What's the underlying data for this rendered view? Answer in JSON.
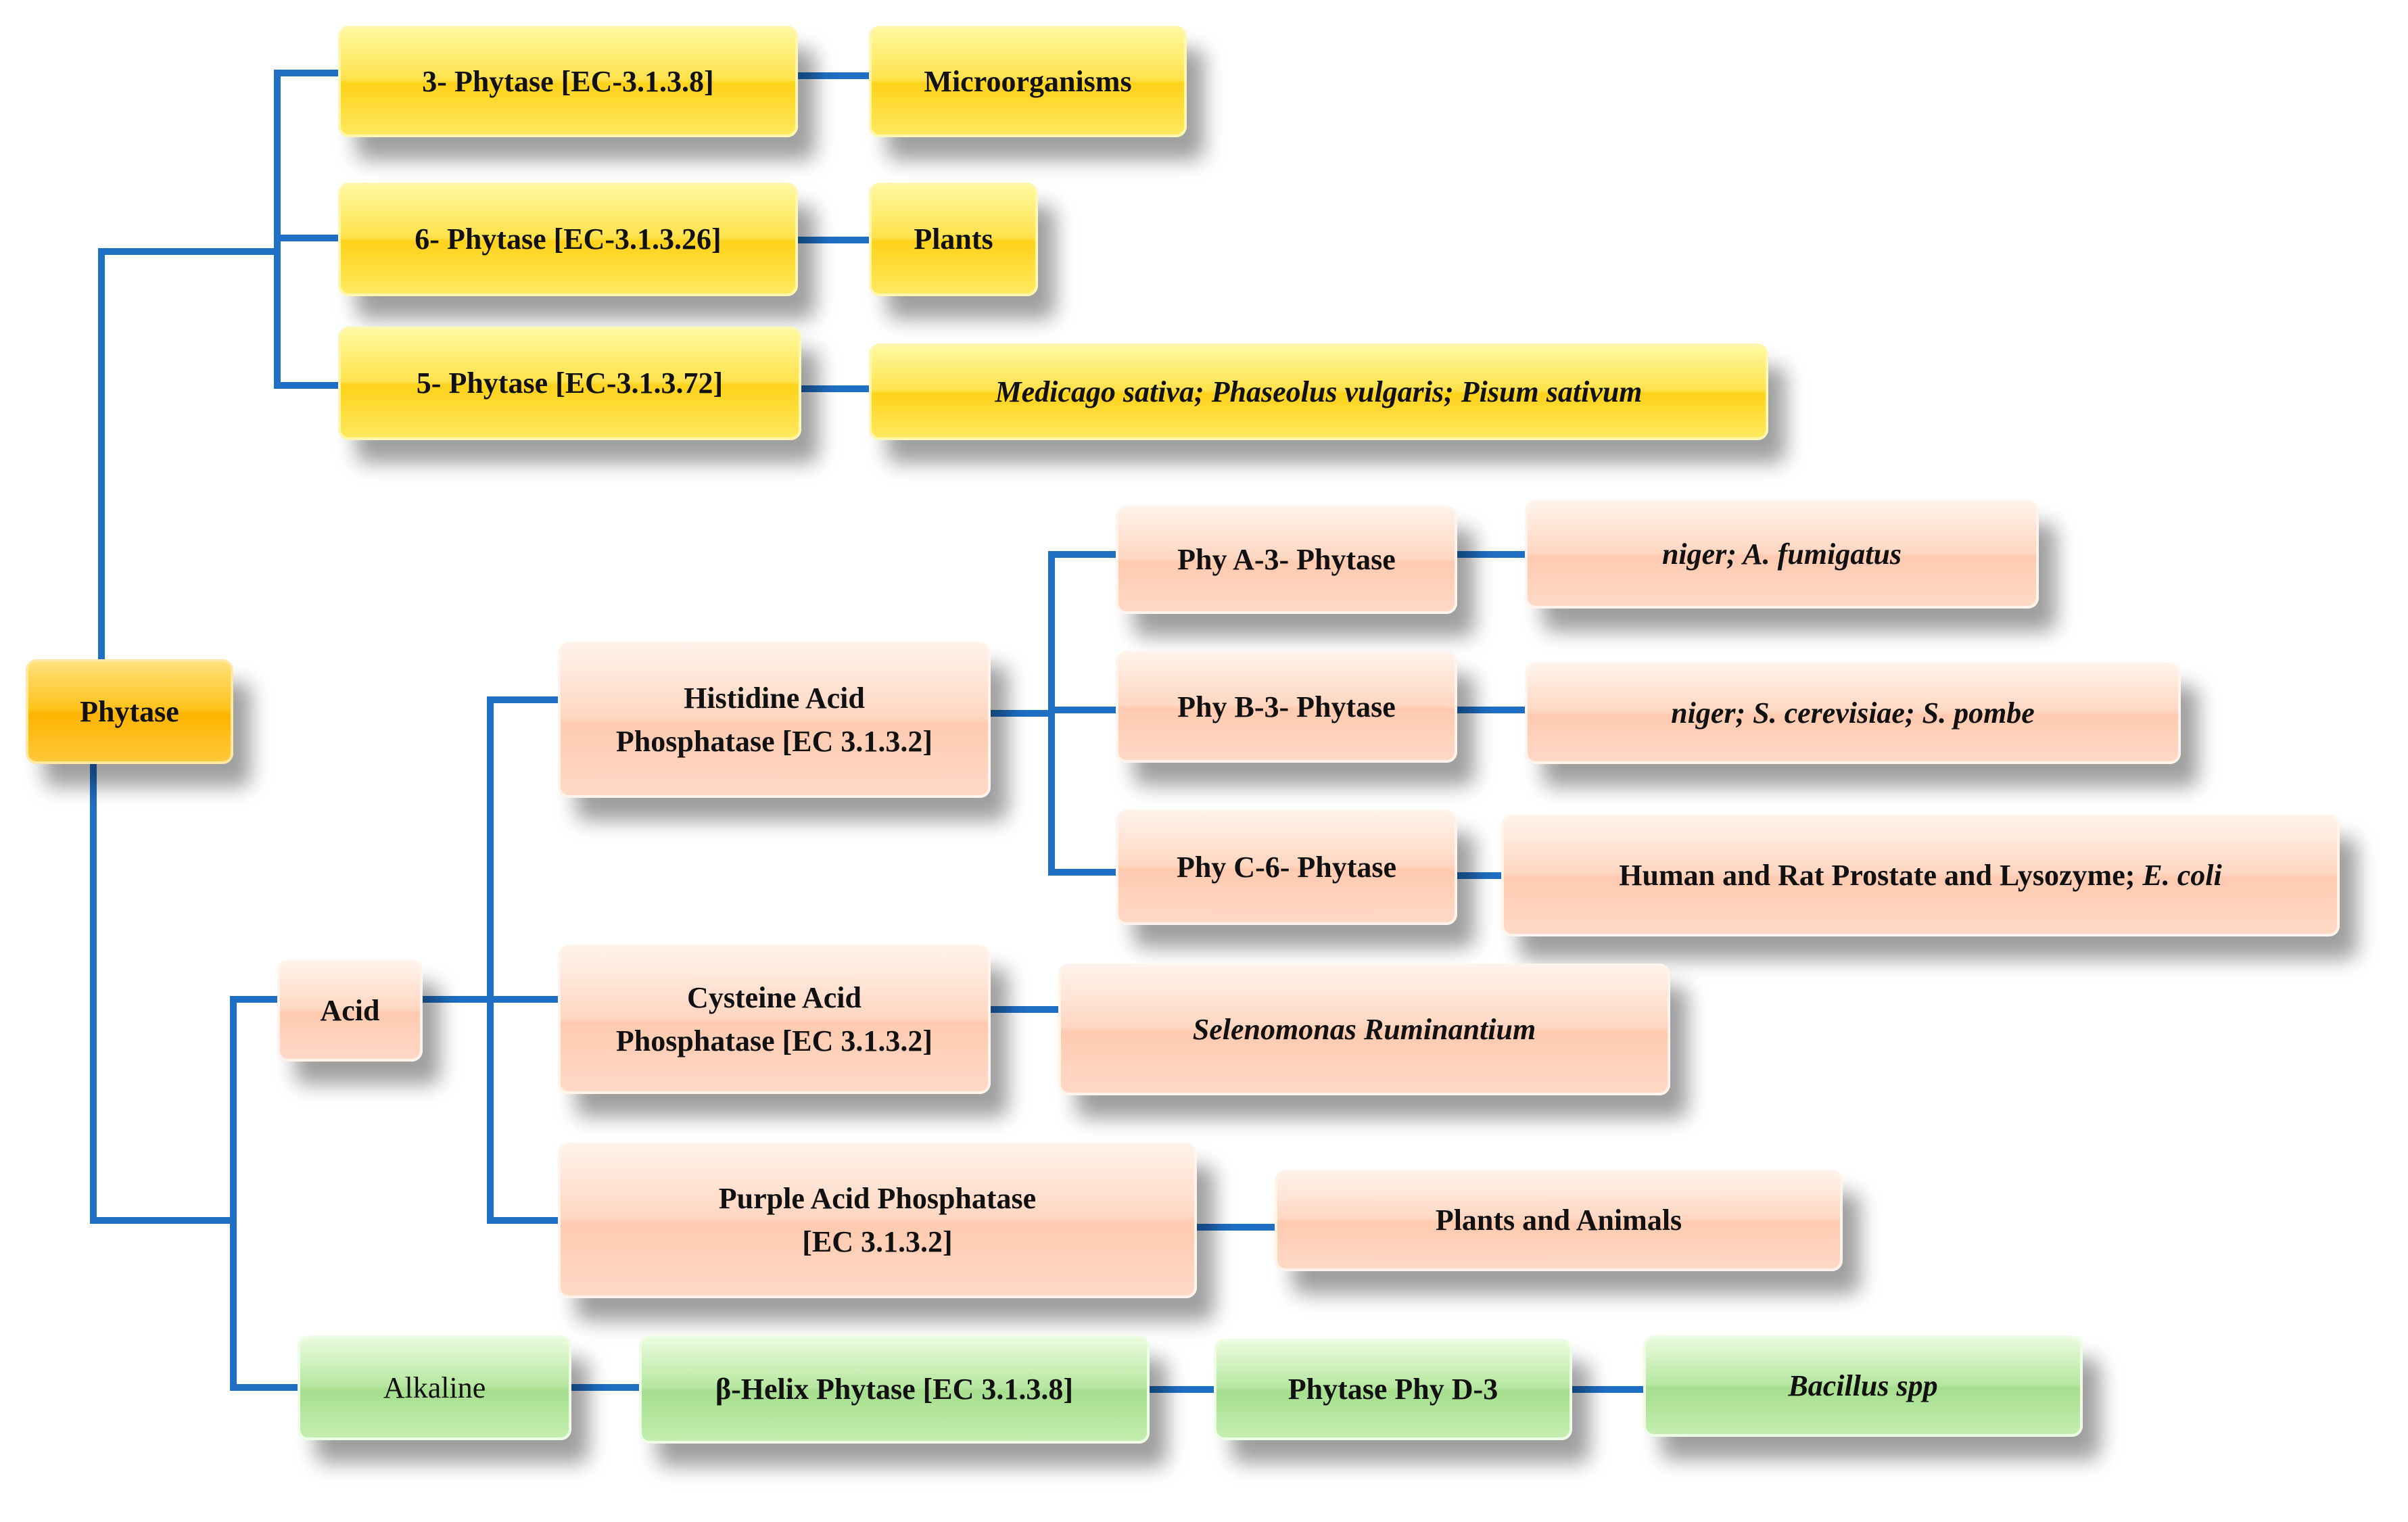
{
  "diagram": {
    "root": {
      "label": "Phytase"
    },
    "nodes": {
      "phytase3": "3- Phytase [EC-3.1.3.8]",
      "microorganisms": "Microorganisms",
      "phytase6": "6- Phytase [EC-3.1.3.26]",
      "plants": "Plants",
      "phytase5": "5- Phytase [EC-3.1.3.72]",
      "legumes": "Medicago sativa; Phaseolus vulgaris; Pisum sativum",
      "acid": "Acid",
      "histidine_line1": "Histidine Acid",
      "histidine_line2": "Phosphatase [EC 3.1.3.2]",
      "phyA": "Phy A-3- Phytase",
      "phyA_src": "niger; A. fumigatus",
      "phyB": "Phy B-3- Phytase",
      "phyB_src": "niger; S. cerevisiae; S. pombe",
      "phyC": "Phy C-6- Phytase",
      "phyC_src_plain": "Human and Rat Prostate and Lysozyme; ",
      "phyC_src_italic": "E. coli",
      "cysteine_line1": "Cysteine Acid",
      "cysteine_line2": "Phosphatase [EC 3.1.3.2]",
      "selenomonas": "Selenomonas Ruminantium",
      "purple_line1": "Purple Acid Phosphatase",
      "purple_line2": "[EC 3.1.3.2]",
      "plants_animals": "Plants and Animals",
      "alkaline": "Alkaline",
      "beta_helix": "β-Helix Phytase [EC 3.1.3.8]",
      "phyD": "Phytase Phy D-3",
      "bacillus": "Bacillus spp"
    },
    "colors": {
      "connector": "#1f6fc5",
      "yellow": "#ffe24c",
      "root_orange": "#ffc21a",
      "peach": "#ffd0b8",
      "green": "#b0e398"
    }
  }
}
